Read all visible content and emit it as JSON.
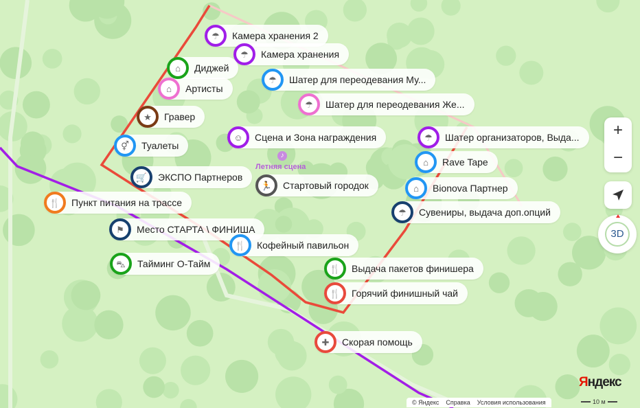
{
  "map": {
    "poi_label": "Летняя сцена",
    "poi_icon": "music-icon"
  },
  "markers": [
    {
      "label": "Камера хранения 2",
      "icon": "umbrella-icon",
      "color": "#a01ee8"
    },
    {
      "label": "Камера хранения",
      "icon": "umbrella-icon",
      "color": "#a01ee8"
    },
    {
      "label": "Диджей",
      "icon": "house-icon",
      "color": "#1aa31a"
    },
    {
      "label": "Артисты",
      "icon": "building-icon",
      "color": "#ee70d0"
    },
    {
      "label": "Гравер",
      "icon": "star-icon",
      "color": "#7a3a14"
    },
    {
      "label": "Туалеты",
      "icon": "toilet-icon",
      "color": "#2196f3"
    },
    {
      "label": "ЭКСПО Партнеров",
      "icon": "cart-icon",
      "color": "#17406e"
    },
    {
      "label": "Пункт питания на трассе",
      "icon": "cutlery-icon",
      "color": "#f07b1e"
    },
    {
      "label": "Место СТАРТА \\ ФИНИША",
      "icon": "flag-icon",
      "color": "#17406e"
    },
    {
      "label": "Тайминг О-Тайм",
      "icon": "car-icon",
      "color": "#1aa31a"
    },
    {
      "label": "Шатер для переодевания Му...",
      "icon": "umbrella-icon",
      "color": "#2196f3"
    },
    {
      "label": "Шатер для переодевания Же...",
      "icon": "umbrella-icon",
      "color": "#ee70d0"
    },
    {
      "label": "Сцена и Зона награждения",
      "icon": "theater-mask-icon",
      "color": "#a01ee8"
    },
    {
      "label": "Стартовый городок",
      "icon": "runner-icon",
      "color": "#555555"
    },
    {
      "label": "Кофейный павильон",
      "icon": "cutlery-icon",
      "color": "#2196f3"
    },
    {
      "label": "Выдача пакетов финишера",
      "icon": "cutlery-icon",
      "color": "#1aa31a"
    },
    {
      "label": "Горячий финишный чай",
      "icon": "cutlery-icon",
      "color": "#e84a3c"
    },
    {
      "label": "Скорая помощь",
      "icon": "medical-cross-icon",
      "color": "#e84a3c"
    },
    {
      "label": "Шатер организаторов, Выда...",
      "icon": "umbrella-icon",
      "color": "#a01ee8"
    },
    {
      "label": "Rave Tape",
      "icon": "building-icon",
      "color": "#2196f3"
    },
    {
      "label": "Bionova Партнер",
      "icon": "building-icon",
      "color": "#2196f3"
    },
    {
      "label": "Сувениры, выдача доп.опций",
      "icon": "umbrella-icon",
      "color": "#17406e"
    }
  ],
  "controls": {
    "zoom_in": "+",
    "zoom_out": "−",
    "compass": "3D"
  },
  "footer": {
    "copyright": "© Яндекс",
    "help": "Справка",
    "terms": "Условия использования",
    "scale": "10 м"
  },
  "logo": {
    "first": "Я",
    "rest": "ндекс"
  }
}
